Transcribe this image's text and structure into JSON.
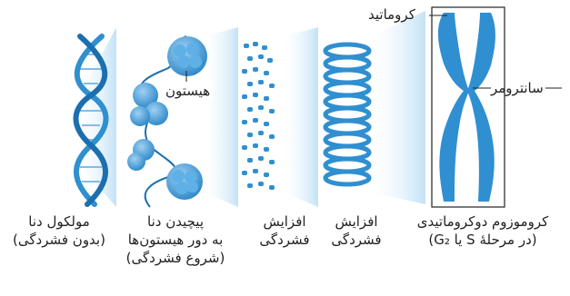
{
  "colors": {
    "primary": "#2f8fd0",
    "dark": "#1c6fae",
    "light": "#a9d3f0",
    "fan": "#cfe7f8"
  },
  "callouts": {
    "chromatid": "کروماتید",
    "centromere": "سانترومر",
    "histone": "هیستون"
  },
  "stages": [
    {
      "line1": "مولکول دنا",
      "line2": "(بدون فشردگی)",
      "line3": ""
    },
    {
      "line1": "پیچیدن دنا",
      "line2": "به دور هیستون‌ها",
      "line3": "(شروع فشردگی)"
    },
    {
      "line1": "افزایش",
      "line2": "فشردگی",
      "line3": ""
    },
    {
      "line1": "افزایش",
      "line2": "فشردگی",
      "line3": ""
    },
    {
      "line1": "کروموزوم دوکروماتیدی",
      "line2": "(در مرحلهٔ S یا G₂)",
      "line3": ""
    }
  ]
}
